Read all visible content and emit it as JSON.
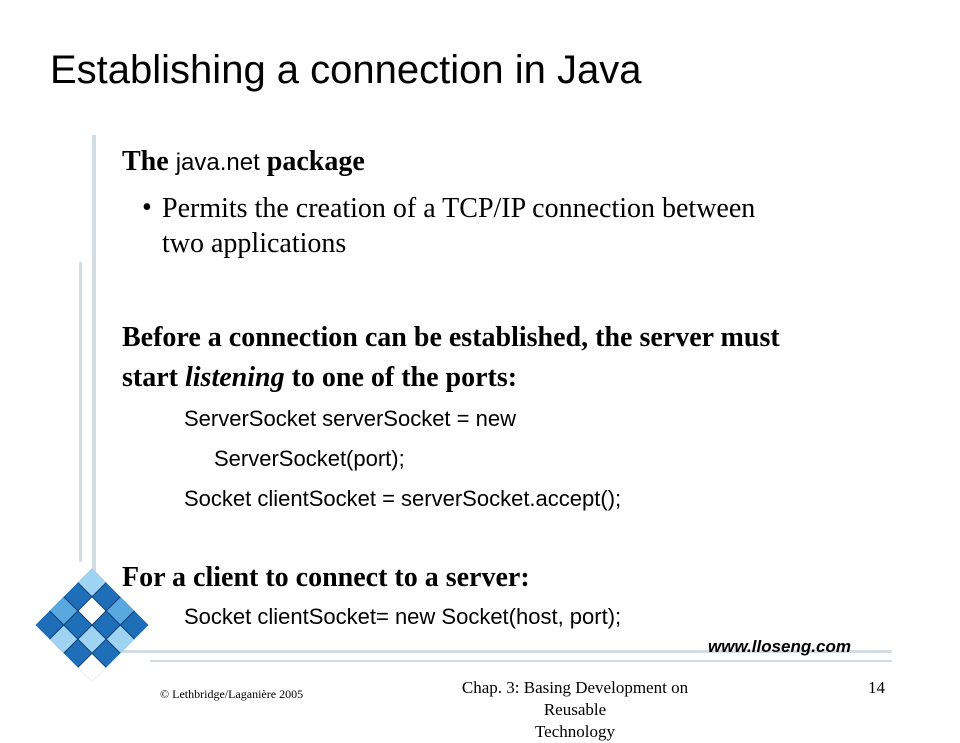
{
  "slide": {
    "title": "Establishing a connection in Java",
    "section1": {
      "heading_pre": "The ",
      "heading_code": "java.net",
      "heading_post": " package",
      "bullet_line1": "Permits the creation of a TCP/IP connection between",
      "bullet_line2": "two applications"
    },
    "section2": {
      "line1": "Before a connection can be established, the server must",
      "line2_pre": "start ",
      "line2_em": "listening",
      "line2_post": " to one of the ports:",
      "code1": "ServerSocket serverSocket = new",
      "code2": "ServerSocket(port);",
      "code3": "Socket clientSocket = serverSocket.accept();"
    },
    "section3": {
      "heading": "For a client to connect to a server:",
      "code1": "Socket clientSocket= new Socket(host, port);"
    }
  },
  "footer": {
    "copyright": "© Lethbridge/Laganière 2005",
    "chapter_line1": "Chap. 3: Basing Development on Reusable",
    "chapter_line2": "Technology",
    "page_number": "14",
    "website": "www.lloseng.com"
  },
  "colors": {
    "accent_blue": "#1e6fb8",
    "accent_light": "#9fd3f2",
    "rule_gray": "#d5dde4"
  }
}
